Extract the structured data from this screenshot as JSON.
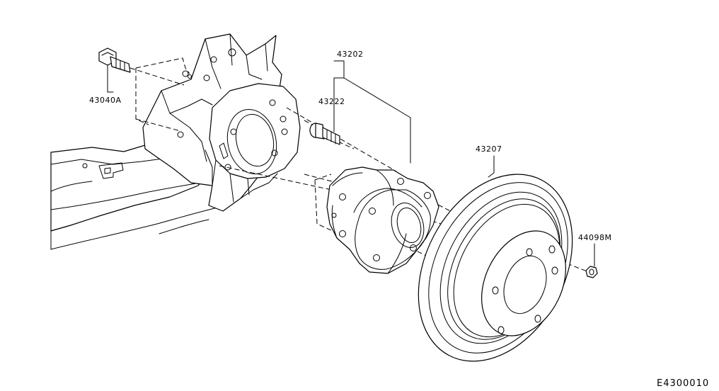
{
  "diagram": {
    "parts": [
      {
        "part_number": "43040A",
        "component": "bolt"
      },
      {
        "part_number": "43202",
        "component": "hub-bearing-assembly"
      },
      {
        "part_number": "43222",
        "component": "hub-bolt"
      },
      {
        "part_number": "43207",
        "component": "brake-rotor"
      },
      {
        "part_number": "44098M",
        "component": "nut"
      }
    ],
    "figure_code": "E4300010"
  }
}
